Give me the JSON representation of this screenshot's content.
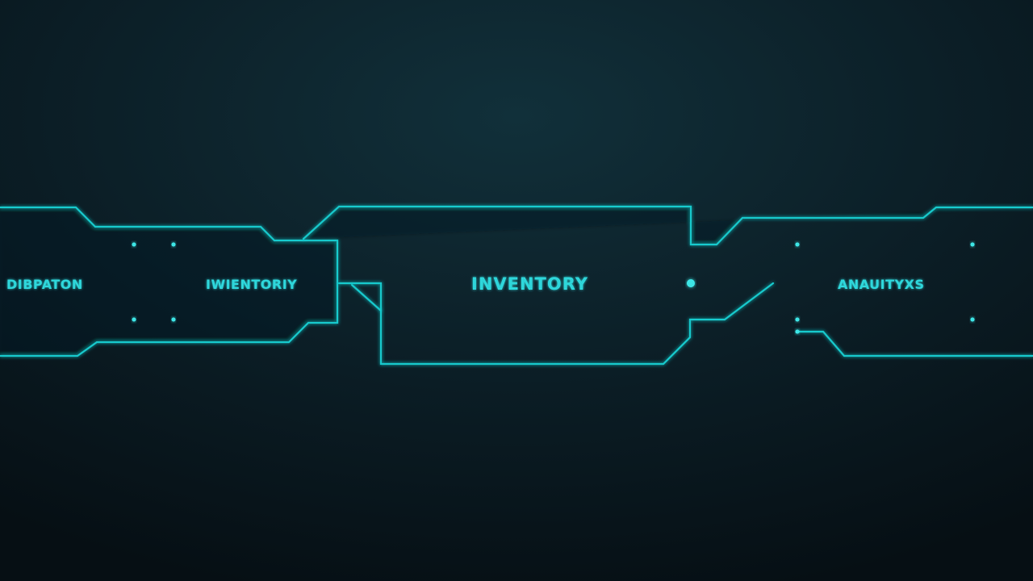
{
  "theme": {
    "background_top": "#0f2a33",
    "background_bottom": "#07131a",
    "accent": "#16c6c9",
    "text": "#2fd6da"
  },
  "diagram": {
    "modules": [
      {
        "id": "left",
        "label": "DIBPATON",
        "icon": "bus-connector-icon"
      },
      {
        "id": "left-inner",
        "label": "IWIENTORIY"
      },
      {
        "id": "center",
        "label": "INVENTORY"
      },
      {
        "id": "right",
        "label": "ANAUITYXS",
        "icon": "bus-connector-icon"
      }
    ]
  }
}
